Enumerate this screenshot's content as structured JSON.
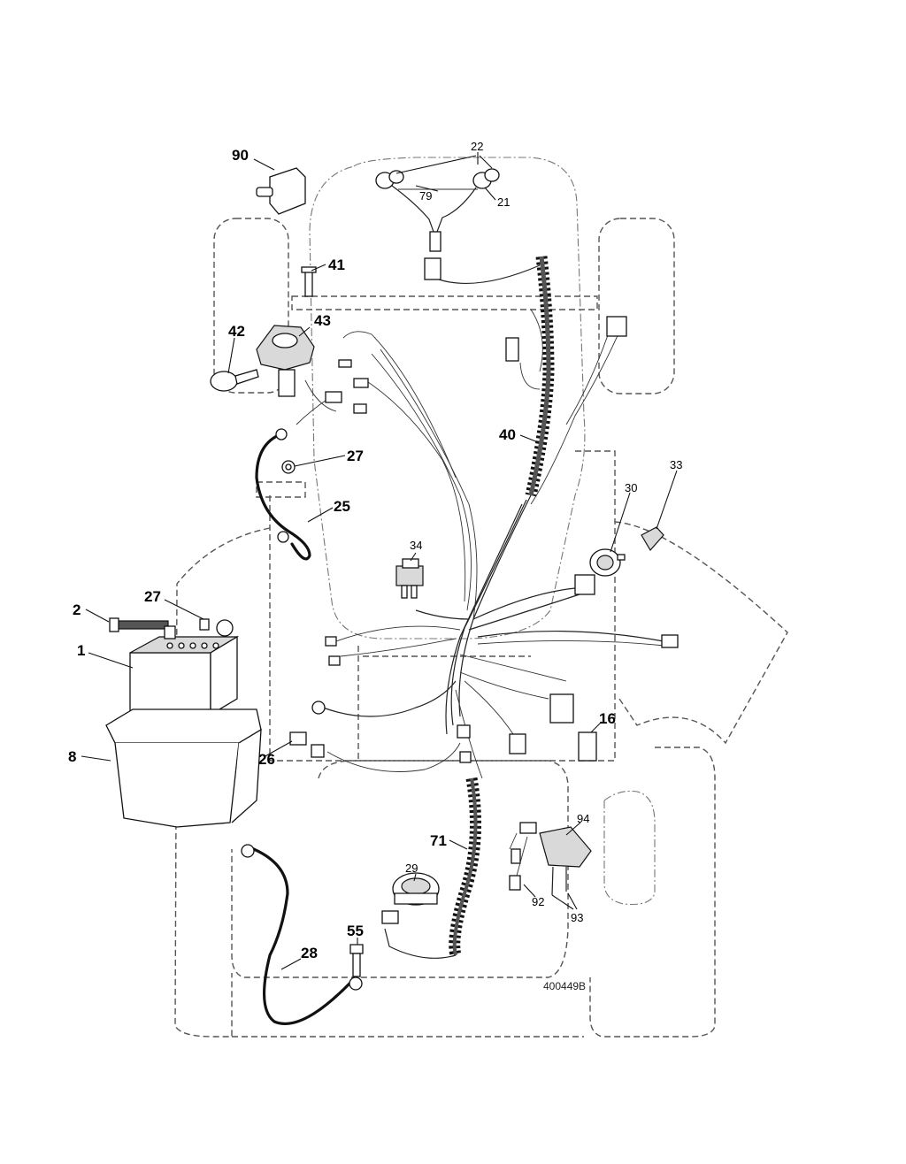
{
  "labels": {
    "l90": "90",
    "l22": "22",
    "l79": "79",
    "l21": "21",
    "l41": "41",
    "l43": "43",
    "l42": "42",
    "l27a": "27",
    "l25": "25",
    "l40": "40",
    "l33": "33",
    "l30": "30",
    "l34": "34",
    "l2": "2",
    "l27b": "27",
    "l1": "1",
    "l8": "8",
    "l26": "26",
    "l16": "16",
    "l71": "71",
    "l94": "94",
    "l29": "29",
    "l92": "92",
    "l93": "93",
    "l55": "55",
    "l28": "28"
  },
  "drawing_code": "400449B"
}
